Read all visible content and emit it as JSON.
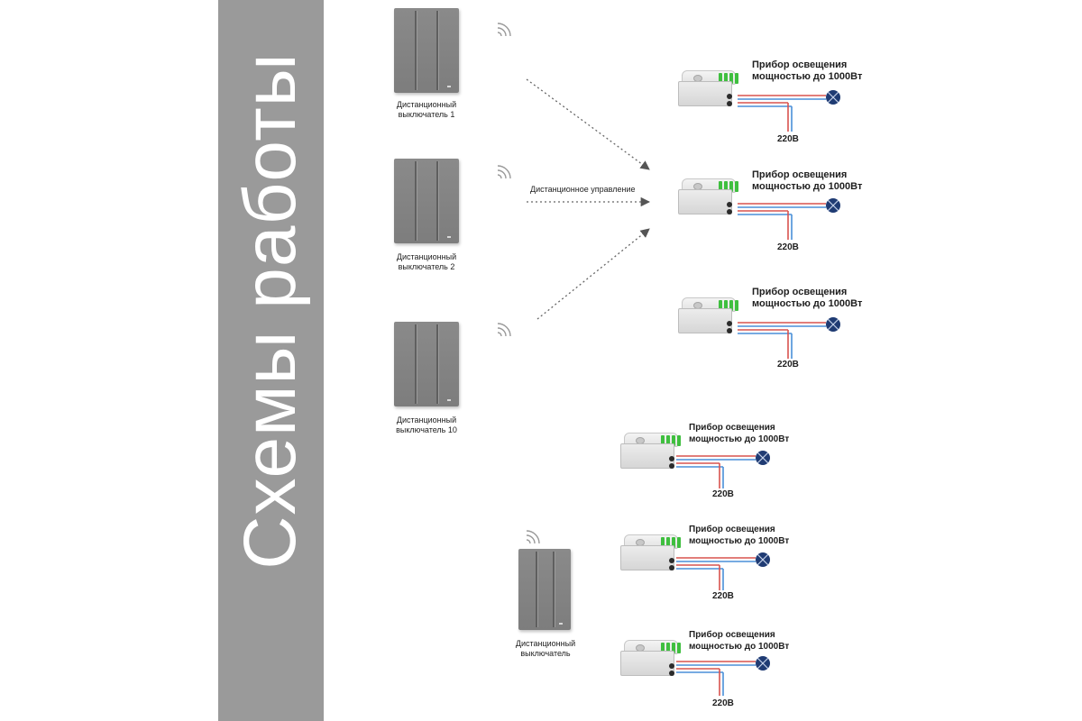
{
  "banner": {
    "title": "Схемы работы"
  },
  "diagram_top": {
    "switches": [
      {
        "caption_line1": "Дистанционный",
        "caption_line2": "выключатель 1"
      },
      {
        "caption_line1": "Дистанционный",
        "caption_line2": "выключатель 2"
      },
      {
        "caption_line1": "Дистанционный",
        "caption_line2": "выключатель 10"
      }
    ],
    "remote_control_label": "Дистанционное управление",
    "receivers": [
      {
        "load_line1": "Прибор освещения",
        "load_line2": "мощностью до 1000Вт",
        "voltage": "220В"
      },
      {
        "load_line1": "Прибор освещения",
        "load_line2": "мощностью до 1000Вт",
        "voltage": "220В"
      },
      {
        "load_line1": "Прибор освещения",
        "load_line2": "мощностью до 1000Вт",
        "voltage": "220В"
      }
    ]
  },
  "diagram_bottom": {
    "switch": {
      "caption_line1": "Дистанционный",
      "caption_line2": "выключатель"
    },
    "receivers": [
      {
        "load_line1": "Прибор освещения",
        "load_line2": "мощностью до 1000Вт",
        "voltage": "220В"
      },
      {
        "load_line1": "Прибор освещения",
        "load_line2": "мощностью до 1000Вт",
        "voltage": "220В"
      },
      {
        "load_line1": "Прибор освещения",
        "load_line2": "мощностью до 1000Вт",
        "voltage": "220В"
      }
    ]
  },
  "colors": {
    "banner": "#9a9a9a",
    "switch_gray": "#808080",
    "wire_red": "#d9534f",
    "wire_blue": "#4a8fd8",
    "lamp": "#1f3b73"
  },
  "icons": [
    "wireless-signal-icon",
    "lamp-icon",
    "arrow-icon"
  ]
}
